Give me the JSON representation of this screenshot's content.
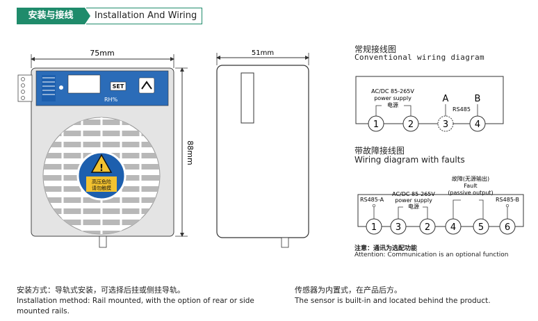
{
  "header": {
    "title_cn": "安装与接线",
    "title_en": "Installation And Wiring"
  },
  "front_view": {
    "width_label": "75mm",
    "height_label": "88mm",
    "set_label": "SET",
    "rh_label": "RH%",
    "warning_text_1": "高压危险",
    "warning_text_2": "请勿触摸"
  },
  "side_view": {
    "width_label": "51mm"
  },
  "conventional": {
    "title_cn": "常规接线图",
    "title_en": "Conventional wiring diagram",
    "power_label_1": "AC/DC 85-265V",
    "power_label_2": "power supply",
    "power_label_3": "电源",
    "label_a": "A",
    "label_b": "B",
    "rs485": "RS485",
    "terminals": [
      "1",
      "2",
      "3",
      "4"
    ]
  },
  "faults": {
    "title_cn": "带故障接线图",
    "title_en": "Wiring diagram with faults",
    "rs485a": "RS485-A",
    "rs485b": "RS485-B",
    "power_label_1": "AC/DC 85-265V",
    "power_label_2": "power supply",
    "power_label_3": "电源",
    "fault_label_1": "故障(无源输出)",
    "fault_label_2": "Fault",
    "fault_label_3": "(passive output)",
    "terminals": [
      "1",
      "3",
      "2",
      "4",
      "5",
      "6"
    ]
  },
  "note": {
    "cn": "注意：通讯为选配功能",
    "en": "Attention: Communication is an optional function"
  },
  "install": {
    "cn": "安装方式：导轨式安装，可选择后挂或侧挂导轨。",
    "en1": "Installation method: Rail mounted, with the option of rear or side",
    "en2": "mounted rails."
  },
  "sensor": {
    "cn": "传感器为内置式，在产品后方。",
    "en": "The sensor is built-in and located behind the product."
  },
  "colors": {
    "accent": "#1f8b6b",
    "panel_blue": "#1d5fae",
    "warning_yellow": "#f2c230"
  }
}
